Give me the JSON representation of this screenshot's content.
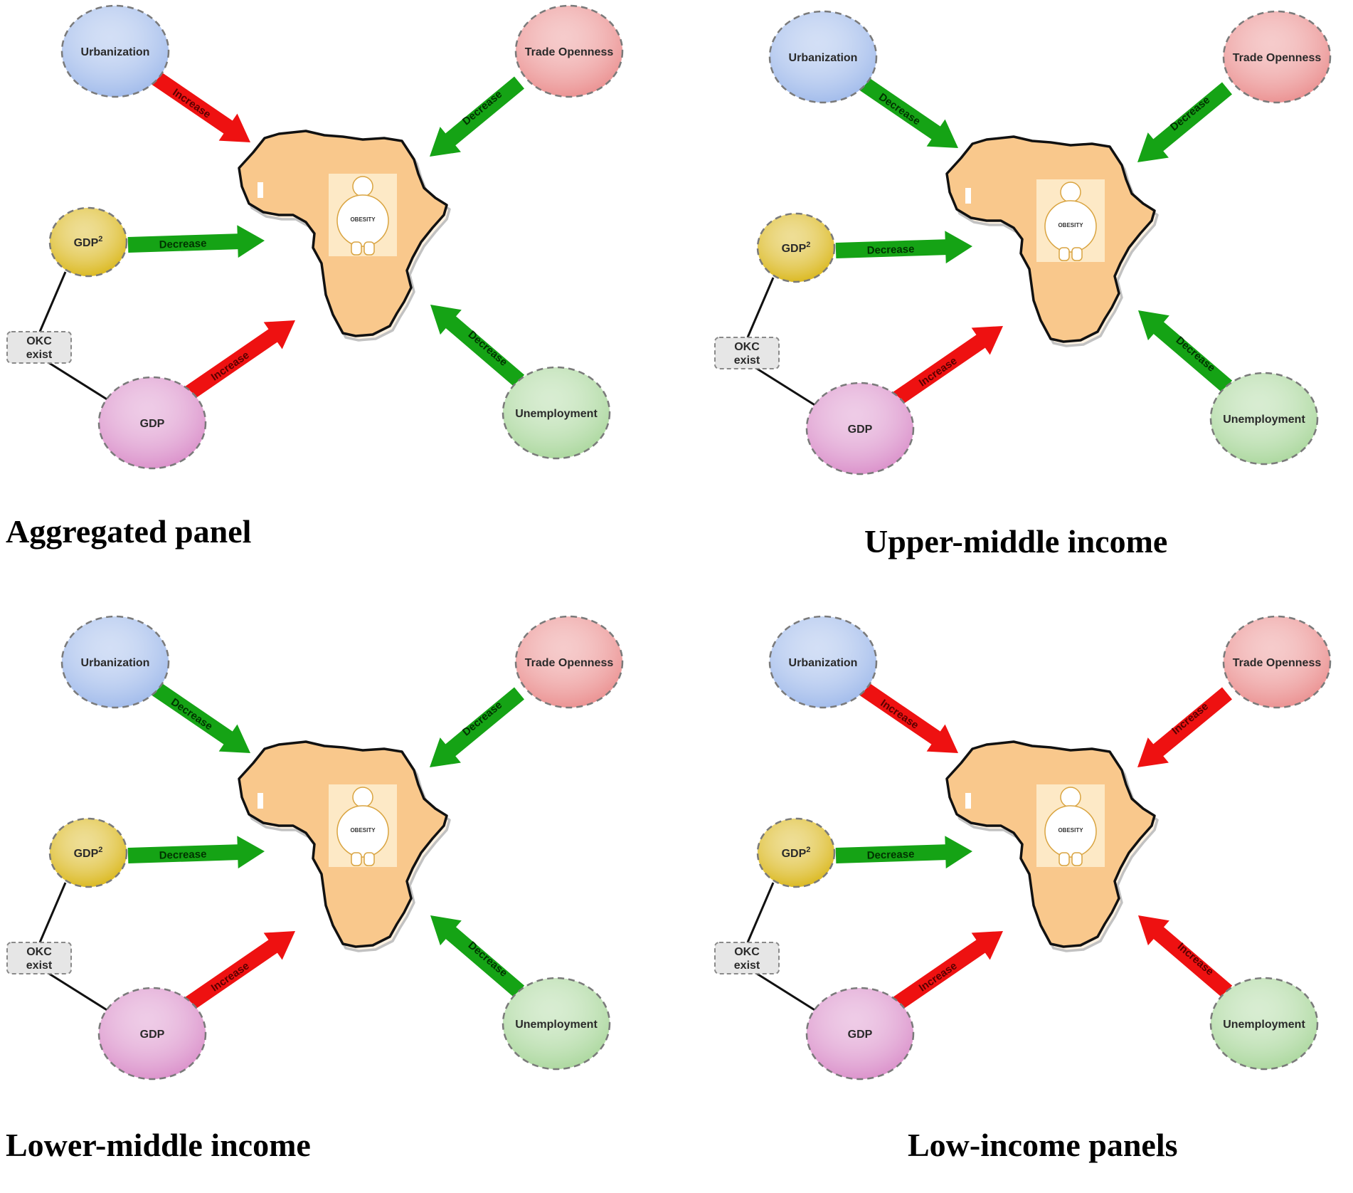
{
  "node_labels": {
    "urbanization": "Urbanization",
    "trade": "Trade Openness",
    "gdp2_base": "GDP",
    "gdp2_sup": "2",
    "gdp": "GDP",
    "unemployment": "Unemployment",
    "okc_line1": "OKC",
    "okc_line2": "exist",
    "obesity": "OBESITY"
  },
  "colors": {
    "increase": "#ee1111",
    "decrease": "#15a315",
    "urbanization": "#9db8ea",
    "trade": "#ea8c8c",
    "gdp2": "#d9b514",
    "gdp": "#d98cc8",
    "unemployment": "#a8d69a",
    "africa": "#f9c88c"
  },
  "panels": [
    {
      "caption": "Aggregated panel",
      "effects": {
        "urbanization": "Increase",
        "trade": "Decrease",
        "gdp2": "Decrease",
        "gdp": "Increase",
        "unemployment": "Decrease"
      }
    },
    {
      "caption": "Upper-middle income",
      "effects": {
        "urbanization": "Decrease",
        "trade": "Decrease",
        "gdp2": "Decrease",
        "gdp": "Increase",
        "unemployment": "Decrease"
      }
    },
    {
      "caption": "Lower-middle income",
      "effects": {
        "urbanization": "Decrease",
        "trade": "Decrease",
        "gdp2": "Decrease",
        "gdp": "Increase",
        "unemployment": "Decrease"
      }
    },
    {
      "caption": "Low-income panels",
      "effects": {
        "urbanization": "Increase",
        "trade": "Increase",
        "gdp2": "Decrease",
        "gdp": "Increase",
        "unemployment": "Increase"
      }
    }
  ]
}
